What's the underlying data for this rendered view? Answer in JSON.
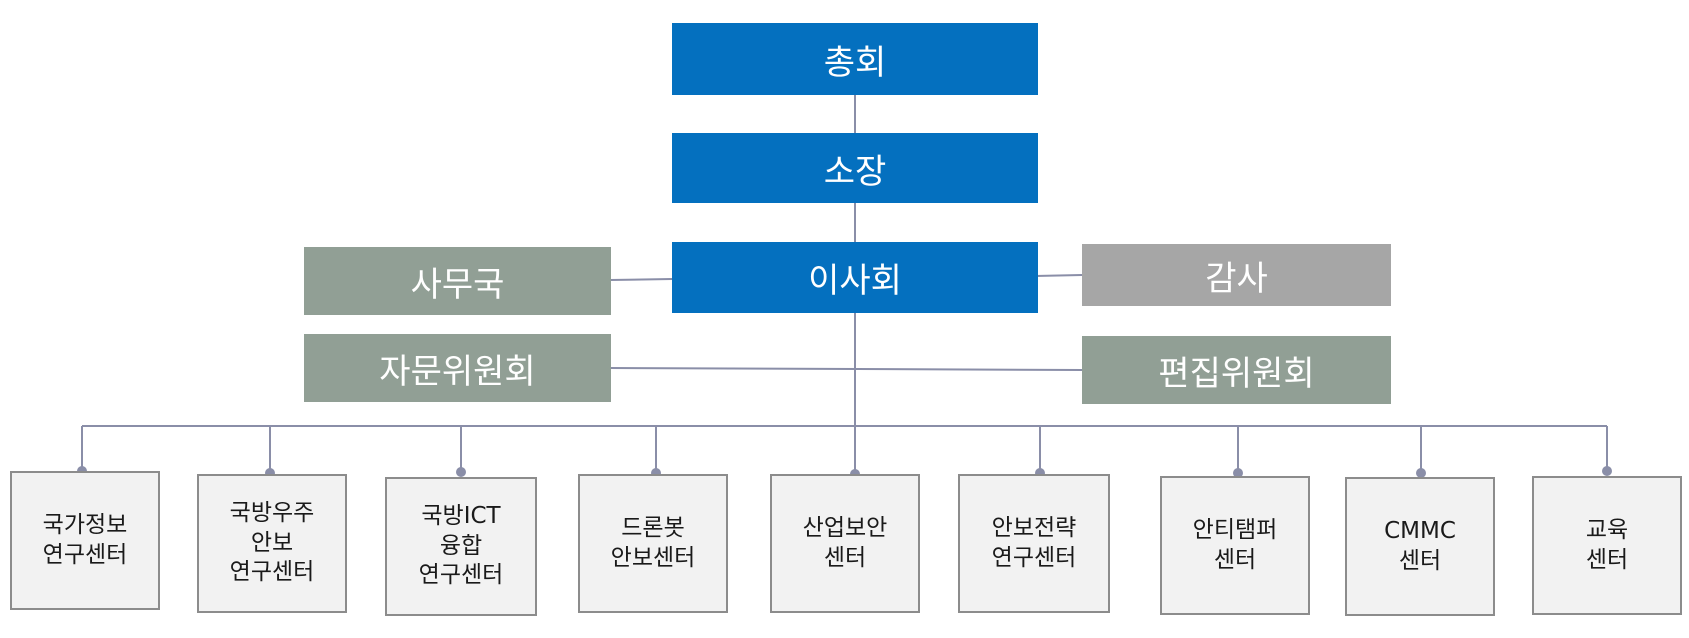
{
  "top": {
    "general_assembly": "총회",
    "director": "소장",
    "board": "이사회"
  },
  "side": {
    "secretariat": "사무국",
    "auditor": "감사",
    "advisory_committee": "자문위원회",
    "editorial_committee": "편집위원회"
  },
  "centers": [
    "국가정보\n연구센터",
    "국방우주\n안보\n연구센터",
    "국방ICT\n융합\n연구센터",
    "드론봇\n안보센터",
    "산업보안\n센터",
    "안보전략\n연구센터",
    "안티탬퍼\n센터",
    "CMMC\n센터",
    "교육\n센터"
  ],
  "colors": {
    "primary_blue": "#0470bf",
    "sage_green": "#919f95",
    "audit_gray": "#a6a6a6",
    "center_fill": "#f2f2f2",
    "connector": "#8a8ea8"
  }
}
